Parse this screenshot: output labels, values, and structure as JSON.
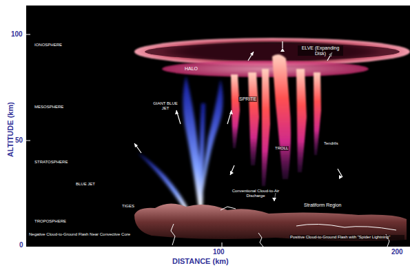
{
  "diagram": {
    "labels": [
      "ALTITUDE (km)",
      "100",
      "50",
      "0",
      "100",
      "200",
      "DISTANCE (km)",
      "IONOSPHERE",
      "MESOSPHERE",
      "STRATOSPHERE",
      "TROPOSPHERE",
      "ELVE (Expanding Disk)",
      "HALO",
      "GIANT BLUE JET",
      "SPRITE",
      "TROLL",
      "Tendrils",
      "BLUE JET",
      "TIGES",
      "Conventional Cloud-to-Air Discharge",
      "Stratiform Region",
      "Negative Cloud-to-Ground Flash Near Convective Core",
      "Positive Cloud-to-Ground Flash with \"Spider Lightning\""
    ]
  }
}
